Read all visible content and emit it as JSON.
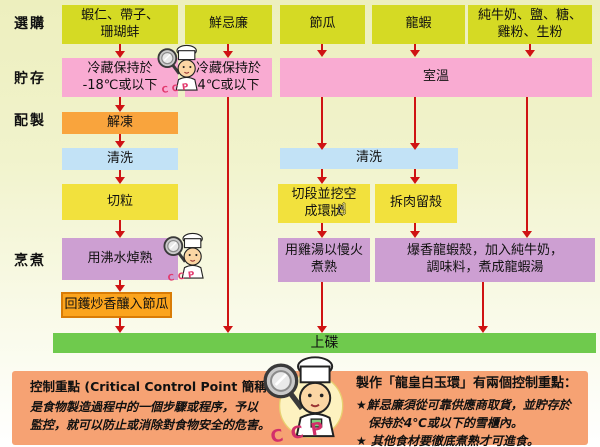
{
  "rows": {
    "purchase": "選購",
    "storage": "貯存",
    "preparation": "配製",
    "cooking": "烹煮"
  },
  "ingredients": {
    "shrimp": "蝦仁、帶子、\n珊瑚蚌",
    "cream": "鮮忌廉",
    "gourd": "節瓜",
    "lobster": "龍蝦",
    "milk": "純牛奶、鹽、糖、\n雞粉、生粉"
  },
  "storage_steps": {
    "frozen": "冷藏保持於\n-18℃或以下",
    "chilled": "冷藏保持於\n4℃或以下",
    "room": "室溫"
  },
  "steps": {
    "defrost": "解凍",
    "wash1": "清洗",
    "dice": "切粒",
    "wash2": "清洗",
    "cut_hollow": "切段並挖空\n成環狀",
    "shell": "拆肉留殼",
    "boil": "用沸水焯熟",
    "stock_cook": "用雞湯以慢火\n煮熟",
    "soup": "爆香龍蝦殼，加入純牛奶，\n調味料，煮成龍蝦湯",
    "stirfry": "回鑊炒香釀入節瓜"
  },
  "serve": "上碟",
  "footer": {
    "left_title": "控制重點 (Critical Control Point 簡稱CCP)",
    "left_body": "是食物製造過程中的一個步驟或程序，予以\n監控，就可以防止或消除對食物安全的危害。",
    "right_title": "製作「龍皇白玉環」有兩個控制重點：",
    "right_point1": "★鮮忌廉須從可靠供應商取貨，並貯存於\n　保持於4℃或以下的雪櫃內。",
    "right_point2": "★ 其他食材要徹底煮熟才可進食。"
  },
  "icons": {
    "ccp_label": "CCP",
    "cursor": "hand-pointer"
  },
  "colors": {
    "ingredient_yellow": "#d5da24",
    "storage_pink": "#f9abd2",
    "defrost_orange": "#f9a43d",
    "wash_blue": "#c2e2f6",
    "cut_yellow": "#f2e13d",
    "cook_purple": "#cd9fd2",
    "stirfry_orange": "#fba41d",
    "serve_green": "#6fca4d",
    "footer_salmon": "#f6a273",
    "arrow_red": "#cf1313"
  }
}
